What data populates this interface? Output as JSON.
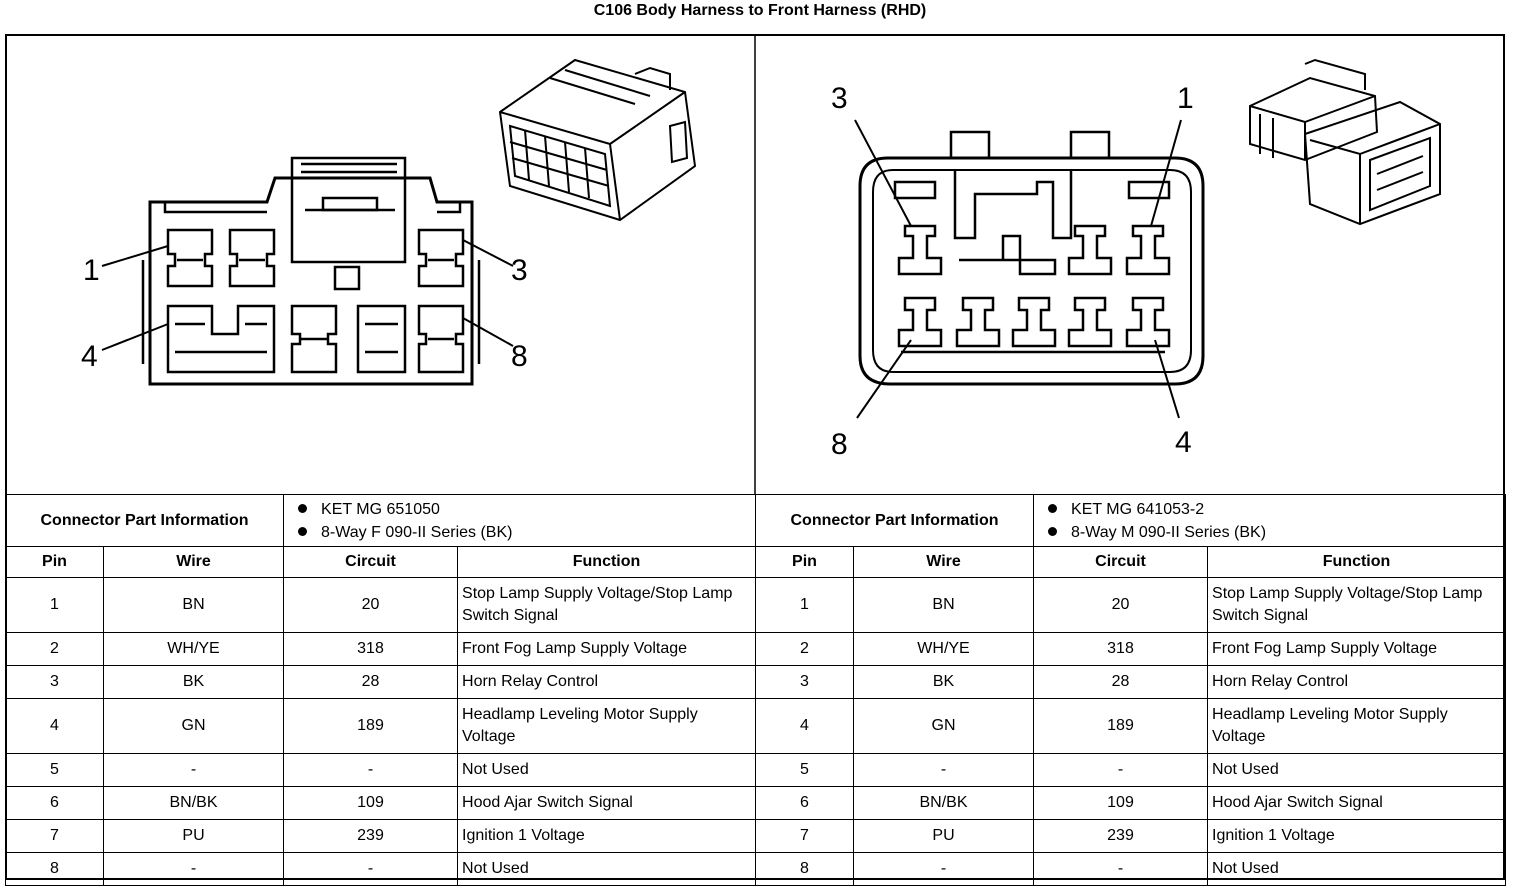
{
  "title": "C106 Body Harness to Front Harness (RHD)",
  "left": {
    "pin_labels": {
      "p1": "1",
      "p3": "3",
      "p4": "4",
      "p8": "8"
    },
    "connector_label": "Connector Part Information",
    "part_info": [
      "KET MG 651050",
      "8-Way F 090-II Series (BK)"
    ],
    "headers": {
      "pin": "Pin",
      "wire": "Wire",
      "circuit": "Circuit",
      "function": "Function"
    },
    "rows": [
      {
        "pin": "1",
        "wire": "BN",
        "circuit": "20",
        "function": "Stop Lamp Supply Voltage/Stop Lamp Switch Signal"
      },
      {
        "pin": "2",
        "wire": "WH/YE",
        "circuit": "318",
        "function": "Front Fog Lamp Supply Voltage"
      },
      {
        "pin": "3",
        "wire": "BK",
        "circuit": "28",
        "function": "Horn Relay Control"
      },
      {
        "pin": "4",
        "wire": "GN",
        "circuit": "189",
        "function": "Headlamp Leveling Motor Supply Voltage"
      },
      {
        "pin": "5",
        "wire": "-",
        "circuit": "-",
        "function": "Not Used"
      },
      {
        "pin": "6",
        "wire": "BN/BK",
        "circuit": "109",
        "function": "Hood Ajar Switch Signal"
      },
      {
        "pin": "7",
        "wire": "PU",
        "circuit": "239",
        "function": "Ignition 1 Voltage"
      },
      {
        "pin": "8",
        "wire": "-",
        "circuit": "-",
        "function": "Not Used"
      }
    ]
  },
  "right": {
    "pin_labels": {
      "p1": "1",
      "p3": "3",
      "p4": "4",
      "p8": "8"
    },
    "connector_label": "Connector Part Information",
    "part_info": [
      "KET MG 641053-2",
      "8-Way M 090-II Series (BK)"
    ],
    "headers": {
      "pin": "Pin",
      "wire": "Wire",
      "circuit": "Circuit",
      "function": "Function"
    },
    "rows": [
      {
        "pin": "1",
        "wire": "BN",
        "circuit": "20",
        "function": "Stop Lamp Supply Voltage/Stop Lamp Switch Signal"
      },
      {
        "pin": "2",
        "wire": "WH/YE",
        "circuit": "318",
        "function": "Front Fog Lamp Supply Voltage"
      },
      {
        "pin": "3",
        "wire": "BK",
        "circuit": "28",
        "function": "Horn Relay Control"
      },
      {
        "pin": "4",
        "wire": "GN",
        "circuit": "189",
        "function": "Headlamp Leveling Motor Supply Voltage"
      },
      {
        "pin": "5",
        "wire": "-",
        "circuit": "-",
        "function": "Not Used"
      },
      {
        "pin": "6",
        "wire": "BN/BK",
        "circuit": "109",
        "function": "Hood Ajar Switch Signal"
      },
      {
        "pin": "7",
        "wire": "PU",
        "circuit": "239",
        "function": "Ignition 1 Voltage"
      },
      {
        "pin": "8",
        "wire": "-",
        "circuit": "-",
        "function": "Not Used"
      }
    ]
  }
}
